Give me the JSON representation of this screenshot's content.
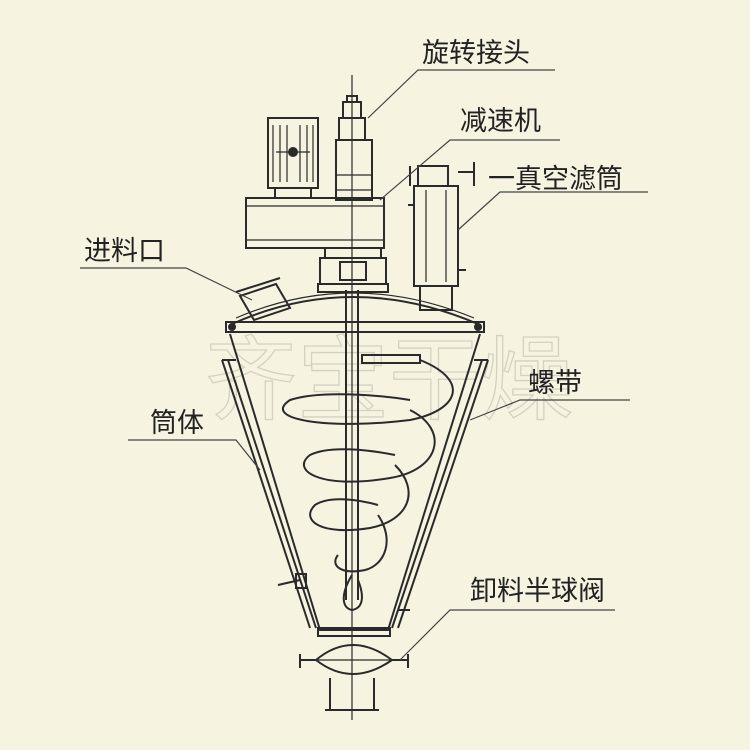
{
  "labels": {
    "rotary_joint": "旋转接头",
    "reducer": "减速机",
    "vacuum_filter": "一真空滤筒",
    "feed_port": "进料口",
    "ribbon": "螺带",
    "cylinder": "筒体",
    "discharge_valve": "卸料半球阀"
  },
  "watermark": "齐宝干燥",
  "colors": {
    "background": "#f7f3e1",
    "line": "#2a2a2a",
    "watermark": "#b9b6aa"
  }
}
